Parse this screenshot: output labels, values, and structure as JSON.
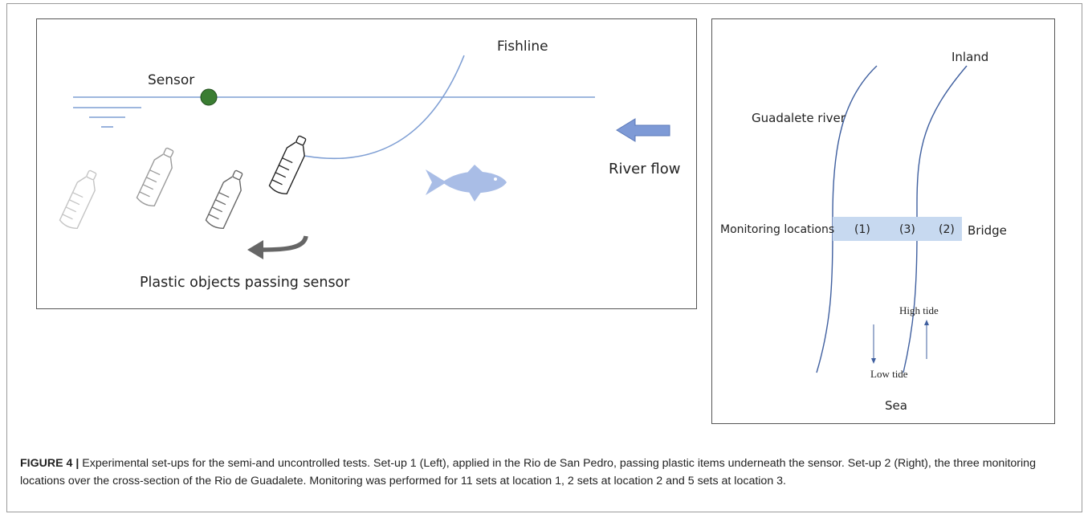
{
  "left_panel": {
    "fishline_label": "Fishline",
    "sensor_label": "Sensor",
    "river_flow_label": "River flow",
    "plastic_label": "Plastic objects passing sensor",
    "colors": {
      "water": "#7f9fd4",
      "sensor": "#2e7d32",
      "fish": "#a9bde6",
      "arrow": "#7e9ad6"
    }
  },
  "right_panel": {
    "inland_label": "Inland",
    "river_label": "Guadalete river",
    "monitoring_label": "Monitoring locations",
    "loc1": "(1)",
    "loc3": "(3)",
    "loc2": "(2)",
    "bridge_label": "Bridge",
    "high_tide_label": "High tide",
    "low_tide_label": "Low tide",
    "sea_label": "Sea",
    "colors": {
      "bridge": "#c7d9f0",
      "river_bank": "#3f5f9f"
    }
  },
  "caption": {
    "figure_label": "FIGURE 4 |",
    "text": " Experimental set-ups for the semi-and uncontrolled tests. Set-up 1 (Left), applied in the Rio de San Pedro, passing plastic items underneath the sensor. Set-up 2 (Right), the three monitoring locations over the cross-section of the Rio de Guadalete. Monitoring was performed for 11 sets at location 1, 2 sets at location 2 and 5 sets at location 3."
  }
}
